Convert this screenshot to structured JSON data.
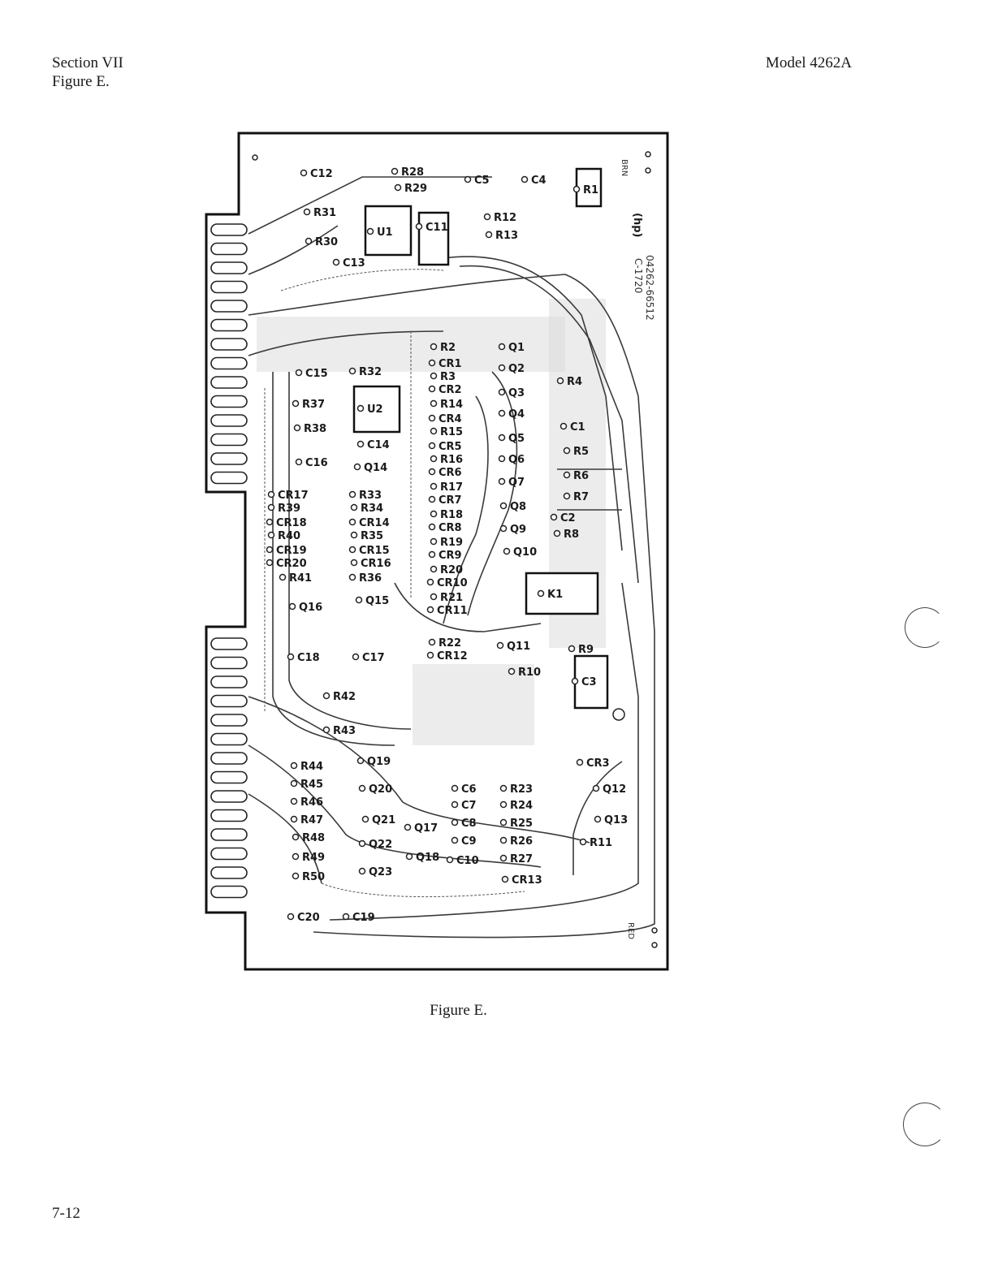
{
  "header": {
    "section": "Section VII",
    "figure": "Figure E.",
    "model": "Model 4262A"
  },
  "board": {
    "part_number": "04262-66512",
    "series": "C-1720",
    "logo": "(hp)",
    "corner_top": "BRN",
    "corner_bottom": "RED",
    "components": [
      {
        "label": "C12"
      },
      {
        "label": "R28"
      },
      {
        "label": "R29"
      },
      {
        "label": "C5"
      },
      {
        "label": "C4"
      },
      {
        "label": "R1"
      },
      {
        "label": "R31"
      },
      {
        "label": "R30"
      },
      {
        "label": "U1"
      },
      {
        "label": "C11"
      },
      {
        "label": "R12"
      },
      {
        "label": "R13"
      },
      {
        "label": "C13"
      },
      {
        "label": "R2"
      },
      {
        "label": "CR1"
      },
      {
        "label": "Q1"
      },
      {
        "label": "R3"
      },
      {
        "label": "Q2"
      },
      {
        "label": "CR2"
      },
      {
        "label": "R4"
      },
      {
        "label": "C15"
      },
      {
        "label": "R32"
      },
      {
        "label": "R14"
      },
      {
        "label": "Q3"
      },
      {
        "label": "R37"
      },
      {
        "label": "U2"
      },
      {
        "label": "CR4"
      },
      {
        "label": "Q4"
      },
      {
        "label": "R15"
      },
      {
        "label": "C1"
      },
      {
        "label": "R38"
      },
      {
        "label": "CR5"
      },
      {
        "label": "Q5"
      },
      {
        "label": "C14"
      },
      {
        "label": "R5"
      },
      {
        "label": "R16"
      },
      {
        "label": "Q6"
      },
      {
        "label": "C16"
      },
      {
        "label": "Q14"
      },
      {
        "label": "CR6"
      },
      {
        "label": "R6"
      },
      {
        "label": "R17"
      },
      {
        "label": "Q7"
      },
      {
        "label": "CR17"
      },
      {
        "label": "R33"
      },
      {
        "label": "CR7"
      },
      {
        "label": "R7"
      },
      {
        "label": "R39"
      },
      {
        "label": "R34"
      },
      {
        "label": "Q8"
      },
      {
        "label": "R18"
      },
      {
        "label": "C2"
      },
      {
        "label": "CR18"
      },
      {
        "label": "CR14"
      },
      {
        "label": "CR8"
      },
      {
        "label": "R40"
      },
      {
        "label": "R35"
      },
      {
        "label": "Q9"
      },
      {
        "label": "R8"
      },
      {
        "label": "R19"
      },
      {
        "label": "CR19"
      },
      {
        "label": "CR15"
      },
      {
        "label": "CR9"
      },
      {
        "label": "Q10"
      },
      {
        "label": "CR20"
      },
      {
        "label": "CR16"
      },
      {
        "label": "R20"
      },
      {
        "label": "R41"
      },
      {
        "label": "R36"
      },
      {
        "label": "CR10"
      },
      {
        "label": "K1"
      },
      {
        "label": "R21"
      },
      {
        "label": "Q16"
      },
      {
        "label": "Q15"
      },
      {
        "label": "CR11"
      },
      {
        "label": "R22"
      },
      {
        "label": "Q11"
      },
      {
        "label": "R9"
      },
      {
        "label": "CR12"
      },
      {
        "label": "C18"
      },
      {
        "label": "C17"
      },
      {
        "label": "R10"
      },
      {
        "label": "C3"
      },
      {
        "label": "R42"
      },
      {
        "label": "R43"
      },
      {
        "label": "Q19"
      },
      {
        "label": "CR3"
      },
      {
        "label": "R44"
      },
      {
        "label": "R45"
      },
      {
        "label": "Q20"
      },
      {
        "label": "C6"
      },
      {
        "label": "R23"
      },
      {
        "label": "Q12"
      },
      {
        "label": "R46"
      },
      {
        "label": "C7"
      },
      {
        "label": "R24"
      },
      {
        "label": "Q21"
      },
      {
        "label": "Q13"
      },
      {
        "label": "R47"
      },
      {
        "label": "Q17"
      },
      {
        "label": "C8"
      },
      {
        "label": "R25"
      },
      {
        "label": "R48"
      },
      {
        "label": "C9"
      },
      {
        "label": "R26"
      },
      {
        "label": "R11"
      },
      {
        "label": "Q22"
      },
      {
        "label": "R49"
      },
      {
        "label": "Q18"
      },
      {
        "label": "C10"
      },
      {
        "label": "R27"
      },
      {
        "label": "R50"
      },
      {
        "label": "Q23"
      },
      {
        "label": "CR13"
      },
      {
        "label": "C20"
      },
      {
        "label": "C19"
      }
    ]
  },
  "caption": "Figure E.",
  "page_number": "7-12"
}
